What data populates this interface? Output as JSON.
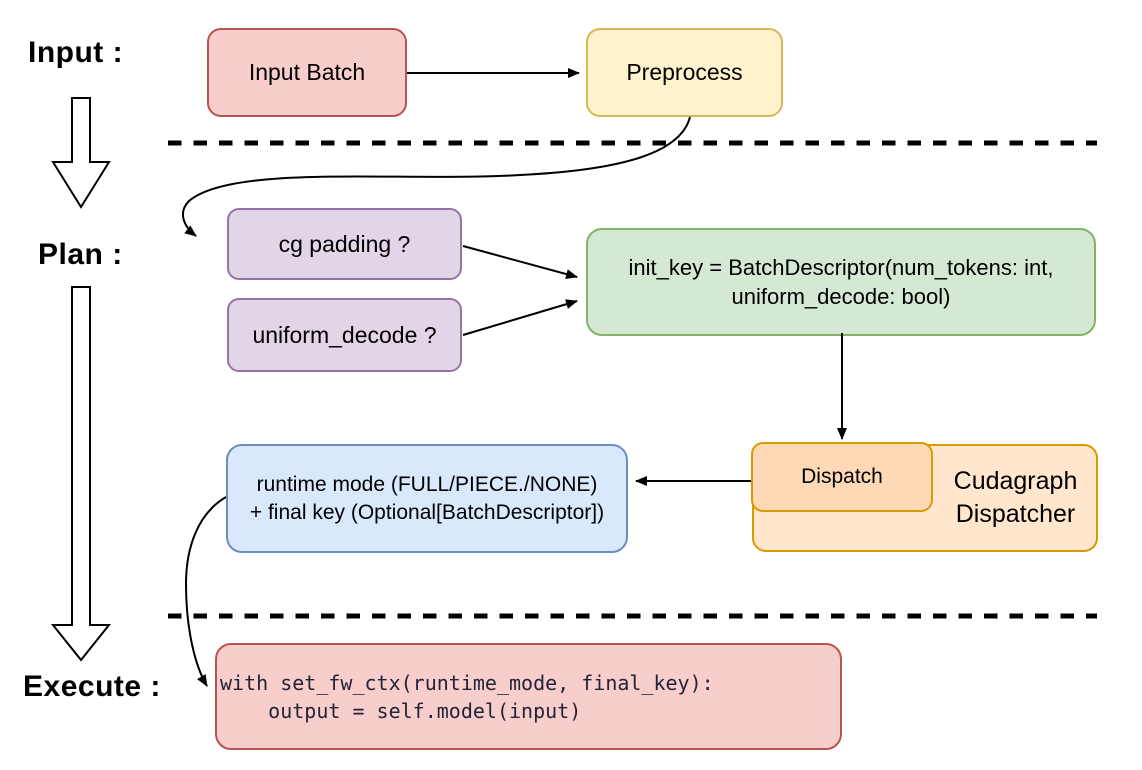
{
  "labels": {
    "input": "Input :",
    "plan": "Plan :",
    "execute": "Execute :"
  },
  "nodes": {
    "input_batch": {
      "label": "Input Batch"
    },
    "preprocess": {
      "label": "Preprocess"
    },
    "cg_padding": {
      "label": "cg padding ?"
    },
    "uniform_decode": {
      "label": "uniform_decode ?"
    },
    "init_key": {
      "line1": "init_key = BatchDescriptor(num_tokens: int,",
      "line2": "uniform_decode: bool)"
    },
    "runtime_result": {
      "line1": "runtime mode (FULL/PIECE./NONE)",
      "line2": "+ final key (Optional[BatchDescriptor])"
    },
    "dispatch": {
      "label": "Dispatch"
    },
    "cudagraph_dispatcher": {
      "line1": "Cudagraph",
      "line2": "Dispatcher"
    },
    "execute_code": {
      "line1": "with set_fw_ctx(runtime_mode, final_key):",
      "line2": "    output = self.model(input)"
    }
  },
  "colors": {
    "pink_fill": "#f8cecc",
    "pink_stroke": "#b85450",
    "yellow_fill": "#fff2cc",
    "yellow_stroke": "#d6b656",
    "purple_fill": "#e1d5e7",
    "purple_stroke": "#9673a6",
    "green_fill": "#d5e8d4",
    "green_stroke": "#82b366",
    "blue_fill": "#dae8fc",
    "blue_stroke": "#6c8ebf",
    "orange_outer_fill": "#ffe6cc",
    "orange_inner_fill": "#ffd9b6",
    "orange_stroke": "#d79b00",
    "connector": "#000000",
    "code_text": "#232336"
  }
}
